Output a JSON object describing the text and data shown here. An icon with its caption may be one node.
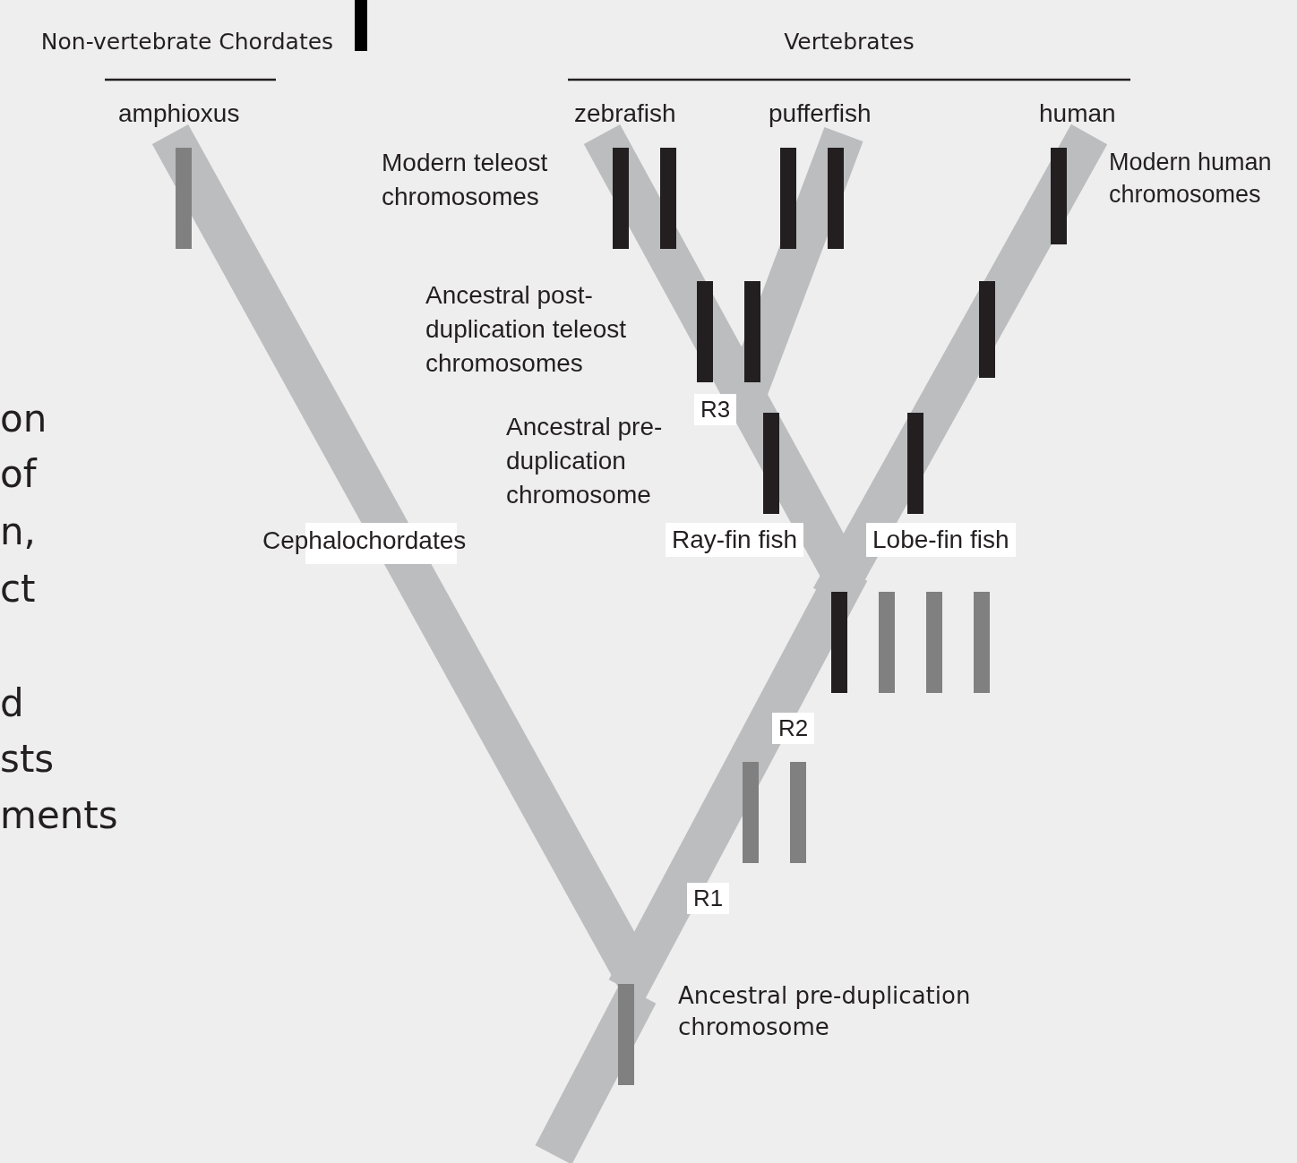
{
  "diagram": {
    "labels": [
      "Non-vertebrate Chordates",
      "Vertebrates",
      "amphioxus",
      "zebrafish",
      "pufferfish",
      "human",
      "Modern teleost chromosomes",
      "Modern human chromosomes",
      "Ancestral post-duplication teleost chromosomes",
      "R3",
      "Ancestral pre-duplication chromosome",
      "on",
      "of",
      "n,",
      "Cephalochordates",
      "Ray-fin fish",
      "Lobe-fin fish",
      "ct",
      "d",
      "sts",
      "ments",
      "R2",
      "R1",
      "Ancestral pre-duplication chromosome"
    ]
  }
}
